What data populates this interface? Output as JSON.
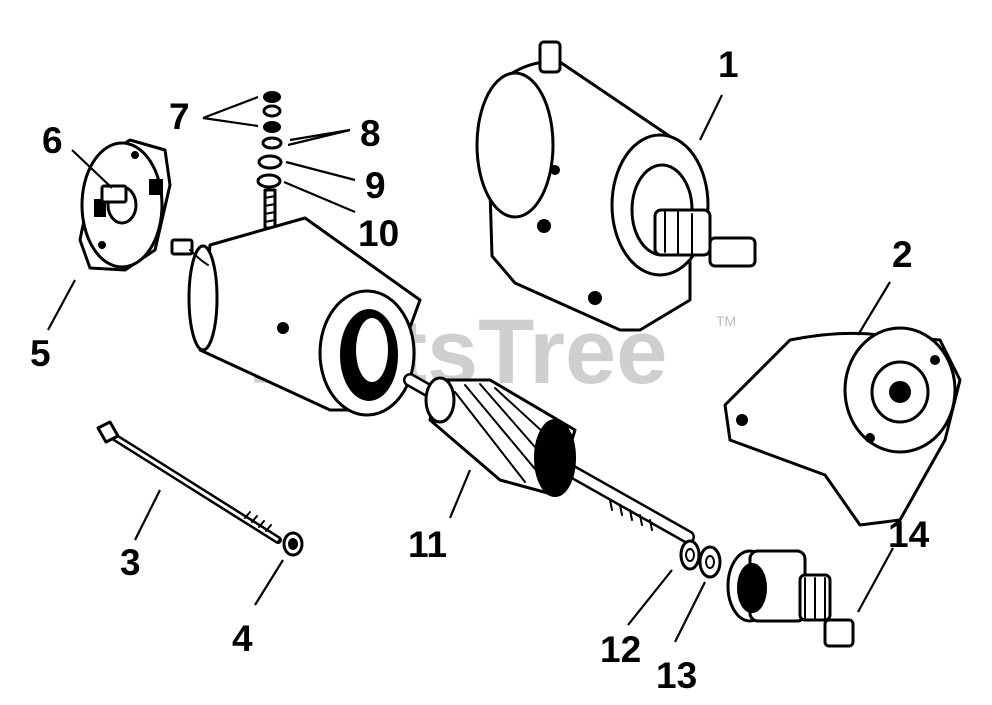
{
  "watermark": {
    "text": "PartsTree",
    "tm": "TM"
  },
  "callouts": {
    "c1": "1",
    "c2": "2",
    "c3": "3",
    "c4": "4",
    "c5": "5",
    "c6": "6",
    "c7": "7",
    "c8": "8",
    "c9": "9",
    "c10": "10",
    "c11": "11",
    "c12": "12",
    "c13": "13",
    "c14": "14"
  }
}
